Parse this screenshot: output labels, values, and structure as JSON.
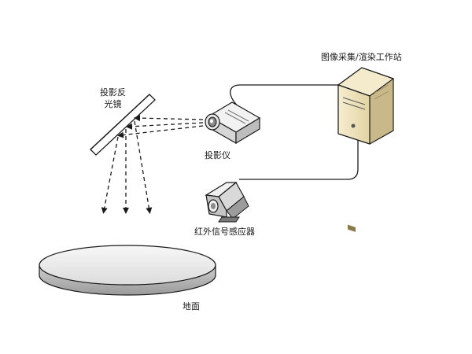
{
  "labels": {
    "workstation": "图像采集/渲染工作站",
    "mirror_line1": "投影反",
    "mirror_line2": "光镜",
    "projector": "投影仪",
    "ir_sensor": "红外信号感应器",
    "ground": "地面"
  },
  "icons": {
    "workstation": "server-tower-icon",
    "projector": "projector-icon",
    "ir_sensor": "infrared-sensor-icon",
    "mirror": "mirror-icon",
    "ground": "ground-disc-icon"
  },
  "colors": {
    "line": "#1a1a1a",
    "device_light": "#f2f2f2",
    "device_shade": "#c9c9c9",
    "device_dark": "#8a8a8a",
    "server_body": "#efe3b8",
    "server_side": "#c9b98a"
  }
}
